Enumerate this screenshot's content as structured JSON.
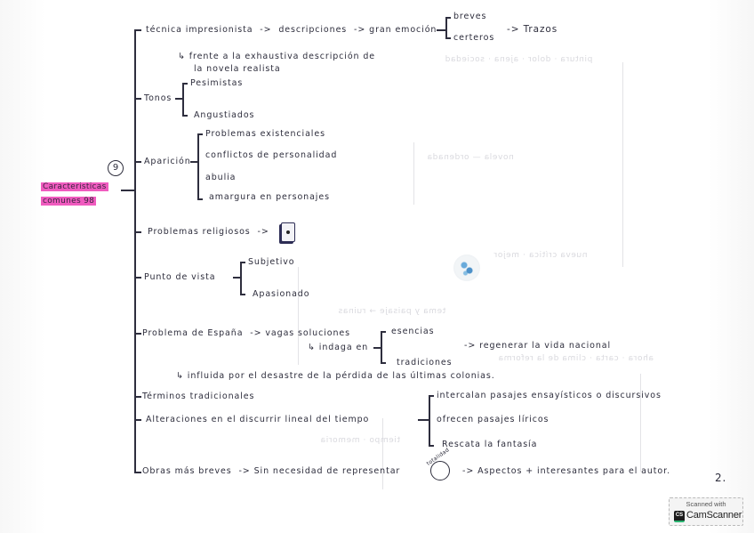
{
  "document": {
    "type": "handwritten mind map scan",
    "page_number": "2.",
    "root": {
      "title_line1": "Caracteristicas",
      "title_line2": "comunes 98",
      "circled_number": "9",
      "highlight_color": "#f05bbf"
    },
    "branches": [
      {
        "label": "técnica impresionista",
        "arrow1": "->",
        "target1": "descripciones",
        "arrow2": "->",
        "target2": "gran emoción",
        "sub": [
          "breves",
          "certeros"
        ],
        "sub_result_arrow": "->",
        "sub_result": "Trazos",
        "note_line1": "↳ frente a la exhaustiva descripción de",
        "note_line2": "la novela realista"
      },
      {
        "label": "Tonos",
        "sub": [
          "Pesimistas",
          "Angustiados"
        ]
      },
      {
        "label": "Aparición",
        "sub": [
          "Problemas existenciales",
          "conflictos de personalidad",
          "abulia",
          "amargura en personajes"
        ]
      },
      {
        "label": "Problemas religiosos",
        "arrow": "->",
        "icon": "book-icon"
      },
      {
        "label": "Punto de vista",
        "sub": [
          "Subjetivo",
          "Apasionado"
        ]
      },
      {
        "label": "Problema de España",
        "arrow": "->",
        "target": "vagas soluciones",
        "note": "↳ indaga en",
        "sub": [
          "esencias",
          "tradiciones"
        ],
        "sub_result_arrow": "->",
        "sub_result": "regenerar la vida nacional",
        "note2": "↳ influida por el desastre de la pérdida de las últimas colonias."
      },
      {
        "label": "Términos tradicionales"
      },
      {
        "label": "Alteraciones en el discurrir lineal del tiempo",
        "sub": [
          "intercalan pasajes ensayísticos o discursivos",
          "ofrecen pasajes líricos",
          "Rescata la fantasía"
        ]
      },
      {
        "label": "Obras más breves",
        "arrow": "->",
        "target": "Sin necesidad de representar",
        "face_icon_label": "totalidad",
        "arrow2": "->",
        "target2": "Aspectos + interesantes para el autor."
      }
    ]
  },
  "watermark": {
    "line1": "Scanned with",
    "brand": "CamScanner",
    "logo_text": "CS"
  }
}
